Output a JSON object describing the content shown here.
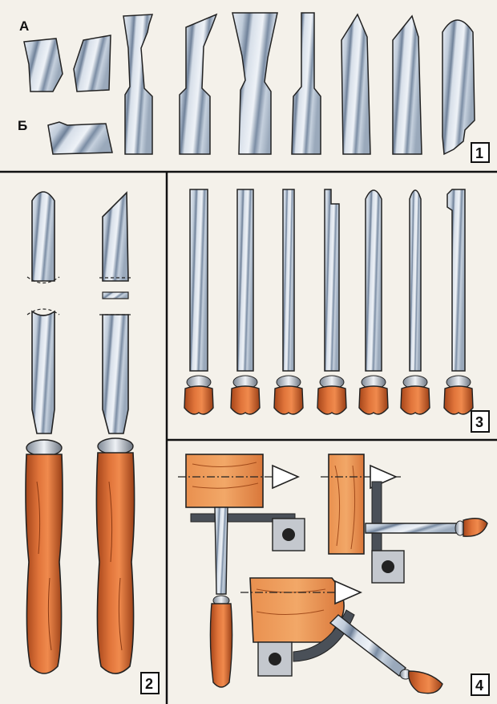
{
  "labels": {
    "row_a": "А",
    "row_b": "Б"
  },
  "panels": {
    "p1": "1",
    "p2": "2",
    "p3": "3",
    "p4": "4"
  },
  "colors": {
    "background": "#f4f1ea",
    "steel_light": "#e4eaf2",
    "steel_mid": "#b8c6d6",
    "steel_dark": "#6e8198",
    "wood": "#d9682e",
    "wood_dark": "#9a3f16",
    "ferrule": "#c9d1db",
    "block": "#e7894a",
    "rest_metal": "#4a5058",
    "line": "#222222"
  },
  "icons": {
    "cutting_direction": "triangle-arrow-icon",
    "tool_rest": "tool-rest-icon"
  }
}
